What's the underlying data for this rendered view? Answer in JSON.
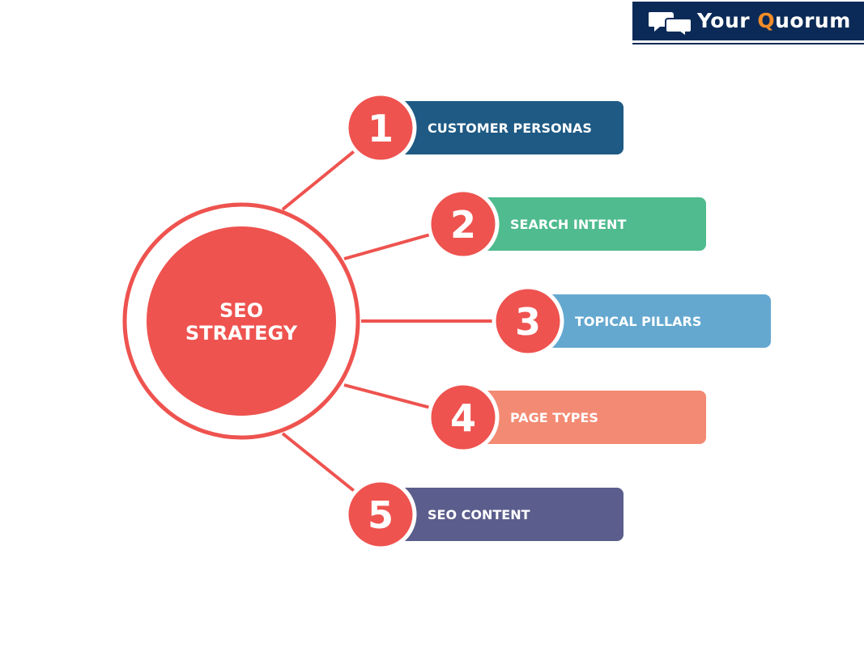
{
  "logo": {
    "word1": "Your",
    "q_letter": "Q",
    "word2_rest": "uorum",
    "icon": "chat-bubbles-icon"
  },
  "center": {
    "line1": "SEO",
    "line2": "STRATEGY",
    "color": "#ee534f"
  },
  "steps": [
    {
      "number": "1",
      "label": "CUSTOMER PERSONAS",
      "bar_color": "#1e5a84"
    },
    {
      "number": "2",
      "label": "SEARCH INTENT",
      "bar_color": "#4fbb8e"
    },
    {
      "number": "3",
      "label": "TOPICAL PILLARS",
      "bar_color": "#64a8d0"
    },
    {
      "number": "4",
      "label": "PAGE TYPES",
      "bar_color": "#f38a73"
    },
    {
      "number": "5",
      "label": "SEO CONTENT",
      "bar_color": "#5b5e8c"
    }
  ],
  "accent": "#ee534f"
}
